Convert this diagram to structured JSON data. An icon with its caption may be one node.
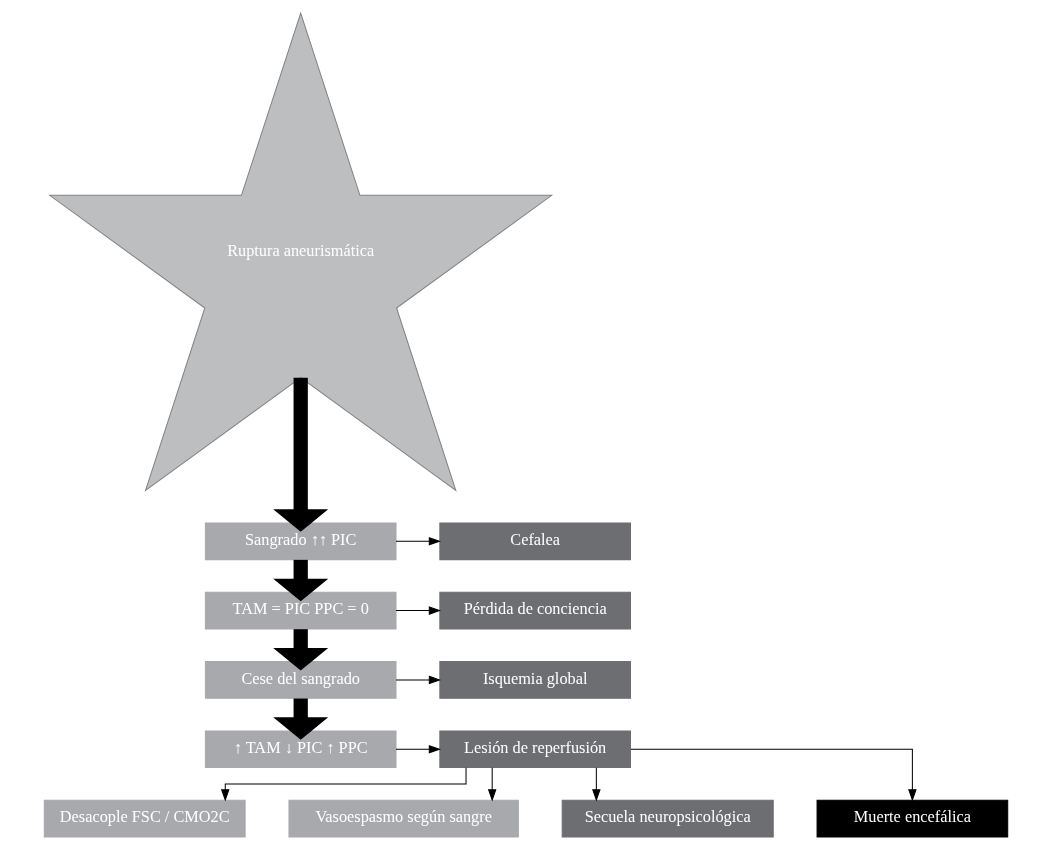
{
  "diagram": {
    "nodes": [
      {
        "text": [
          "Ruptura aneurismática"
        ]
      },
      {
        "text": [
          "Sangrado ↑↑ PIC"
        ]
      },
      {
        "text": [
          "Cefalea"
        ]
      },
      {
        "text": [
          "TAM = PIC PPC = 0"
        ]
      },
      {
        "text": [
          "Pérdida de conciencia"
        ]
      },
      {
        "text": [
          "Cese del sangrado"
        ]
      },
      {
        "text": [
          "Isquemia global"
        ]
      },
      {
        "text": [
          "↑ TAM ↓ PIC ↑ PPC"
        ]
      },
      {
        "text": [
          "Lesión de reperfusión"
        ]
      },
      {
        "text": [
          "Desacople FSC / CMO2C"
        ]
      },
      {
        "text": [
          "Vasoespasmo según sangre"
        ]
      },
      {
        "text": [
          "Secuela neuropsicológica"
        ]
      },
      {
        "text": [
          "Muerte encefálica"
        ]
      }
    ],
    "edges": [
      {
        "from": 0,
        "to": 1,
        "arrow": "to",
        "style": "thick"
      },
      {
        "from": 1,
        "to": 2,
        "arrow": "to"
      },
      {
        "from": 1,
        "to": 3,
        "arrow": "to",
        "style": "thick"
      },
      {
        "from": 3,
        "to": 4,
        "arrow": "to"
      },
      {
        "from": 3,
        "to": 5,
        "arrow": "to",
        "style": "thick"
      },
      {
        "from": 5,
        "to": 6,
        "arrow": "to"
      },
      {
        "from": 5,
        "to": 7,
        "arrow": "to",
        "style": "thick"
      },
      {
        "from": 7,
        "to": 8,
        "arrow": "to"
      },
      {
        "from": 8,
        "to": 9,
        "arrow": "to"
      },
      {
        "from": 8,
        "to": 10,
        "arrow": "to"
      },
      {
        "from": 8,
        "to": 11,
        "arrow": "to"
      },
      {
        "from": 8,
        "to": 12,
        "arrow": "to"
      }
    ]
  }
}
